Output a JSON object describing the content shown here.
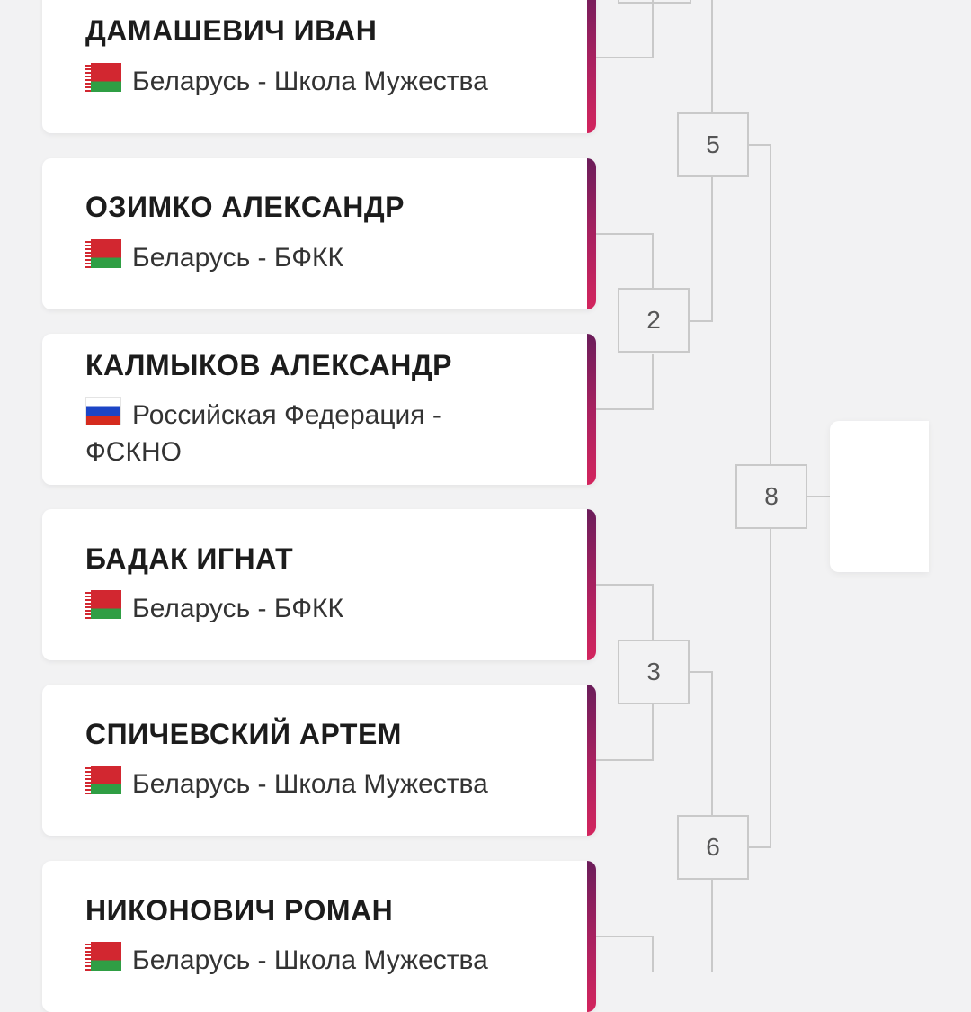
{
  "participants": [
    {
      "name": "ДАМАШЕВИЧ ИВАН",
      "flag": "belarus-flag-icon",
      "club": "Беларусь - Школа Мужества"
    },
    {
      "name": "ОЗИМКО АЛЕКСАНДР",
      "flag": "belarus-flag-icon",
      "club": "Беларусь - БФКК"
    },
    {
      "name": "КАЛМЫКОВ АЛЕКСАНДР",
      "flag": "russia-flag-icon",
      "club": "Российская Федерация - ФСКНО"
    },
    {
      "name": "БАДАК ИГНАТ",
      "flag": "belarus-flag-icon",
      "club": "Беларусь - БФКК"
    },
    {
      "name": "СПИЧЕВСКИЙ АРТЕМ",
      "flag": "belarus-flag-icon",
      "club": "Беларусь - Школа Мужества"
    },
    {
      "name": "НИКОНОВИЧ РОМАН",
      "flag": "belarus-flag-icon",
      "club": "Беларусь - Школа Мужества"
    }
  ],
  "matches": {
    "m2": "2",
    "m3": "3",
    "m5": "5",
    "m6": "6",
    "m8": "8"
  },
  "colors": {
    "background": "#f2f2f3",
    "card": "#ffffff",
    "accent_gradient": [
      "#6b1d5a",
      "#a7205f",
      "#d3255e"
    ],
    "bracket_line": "#c9c9c9"
  }
}
